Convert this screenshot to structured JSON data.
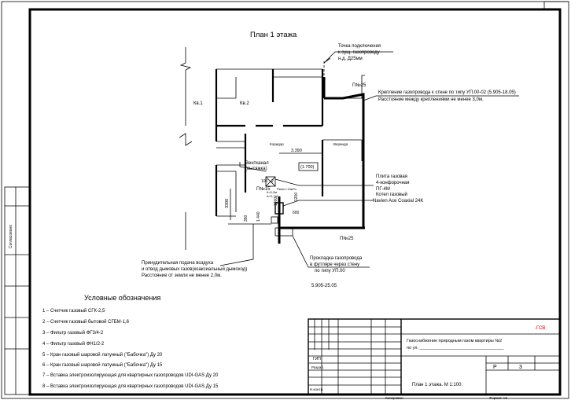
{
  "plan": {
    "title": "План 1 этажа",
    "rooms": {
      "room1": "Кв.1",
      "room2": "Кв.2",
      "corridor": "Коридор",
      "veranda": "Веранда"
    },
    "dims": {
      "width_3390": "3.390",
      "height_3300": "3300",
      "d_100": "100",
      "d_2": "2",
      "d_350": "350",
      "d_1440": "1.440",
      "d_1300": "1300",
      "d_1200": "1200",
      "d_1700": "(1.700)",
      "d_600": "600"
    },
    "marks": {
      "pn25_top": "П№25",
      "pn25_bottom": "П№25",
      "pn15": "П№15",
      "kc_small": "К=0,3м",
      "kc_small2": "А=2,7м²",
      "kc_small3": "Рвент=15м³/ч"
    },
    "callouts": {
      "connection_point": [
        "Точка подключения",
        "к сущ. газопроводу",
        "н.д. Д25мм"
      ],
      "fastening": [
        "Крепление газопровода к стене по типу УП.00-02 (5.905-18.05)",
        "Расстояние между креплениями не менее 3,0м."
      ],
      "ventilation": [
        "Вентканал",
        "(вытяжка)"
      ],
      "stove": [
        "Плита газовая",
        "4-конфорочная",
        "ПГ-4М"
      ],
      "boiler": [
        "Котел газовый",
        "Navien Ace Coaxial 24K"
      ],
      "coaxial": [
        "Принудительная подача воздуха",
        "и отвод дымовых газов(коаксиальный дымоход)",
        "Расстояние от земли не менее 2,0м."
      ],
      "pipe_pass": [
        "Прокладка газопровода",
        "в футляре через стену",
        "по типу УП.00",
        "5.905-25.05"
      ]
    }
  },
  "legend": {
    "title": "Условные обозначения",
    "items": [
      "1 – Счетчик газовый СГК-2,5",
      "2 – Счетчик газовый бытовой СГБМ-1,6",
      "3 – Фильтр газовый ФГ3/4-2",
      "4 – Фильтр газовый ФН1/2-2",
      "5 – Кран газовый шаровой латунный (\"Бабочка\") Ду 20",
      "6 – Кран газовый шаровой латунный (\"Бабочка\") Ду 15",
      "7 – Вставка электроизолирующая для квартирных газопроводов UDI-GAS Ду 20",
      "8 – Вставка электроизолирующая для квартирных газопроводов UDI-GAS Ду 15"
    ]
  },
  "title_block": {
    "code": "-ГСВ",
    "project": "Газоснабжение природным газом квартиры №2",
    "address": "по ул. ___________________________________",
    "stage": "Р",
    "sheet": "3",
    "drawing": "План 1 этажа. М 1:100.",
    "gip": "ГИП",
    "razrab": "Разраб.",
    "norm": "Н.контр.",
    "copied": "Копировал",
    "format": "Формат А3"
  },
  "side_stamp": {
    "label": "Согласовано"
  }
}
